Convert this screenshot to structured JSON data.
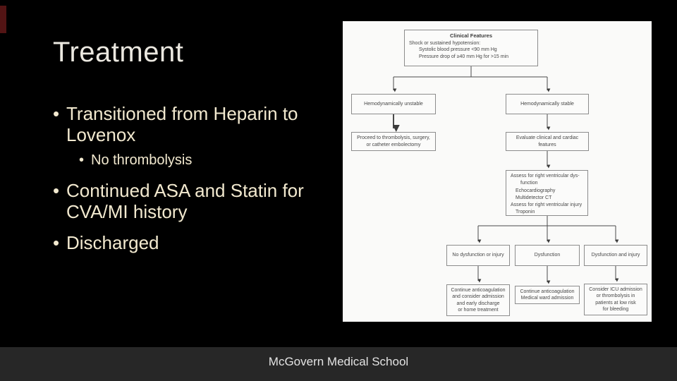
{
  "slide": {
    "title": "Treatment",
    "bullets": [
      {
        "level": 1,
        "text": "Transitioned from Heparin to Lovenox"
      },
      {
        "level": 2,
        "text": "No thrombolysis"
      },
      {
        "level": 1,
        "text": "Continued ASA and Statin for CVA/MI history"
      },
      {
        "level": 1,
        "text": "Discharged"
      }
    ],
    "footer": "McGovern Medical School"
  },
  "flowchart": {
    "clinical": {
      "title": "Clinical Features",
      "line1": "Shock or sustained hypotension:",
      "line2": "Systolic blood pressure <90 mm Hg",
      "line3": "Pressure drop of ≥40 mm Hg for >15 min"
    },
    "unstable": {
      "label": "Hemodynamically unstable"
    },
    "stable": {
      "label": "Hemodynamically stable"
    },
    "proceed": {
      "line1": "Proceed to thrombolysis, surgery,",
      "line2": "or catheter embolectomy"
    },
    "evaluate": {
      "line1": "Evaluate clinical and cardiac",
      "line2": "features"
    },
    "assess": {
      "line1": "Assess for right ventricular dys-",
      "line2": "function",
      "line3": "Echocardiography",
      "line4": "Multidetector CT",
      "line5": "Assess for right ventricular injury",
      "line6": "Troponin"
    },
    "no_dysfunction": {
      "label": "No dysfunction or injury"
    },
    "dysfunction": {
      "label": "Dysfunction"
    },
    "dysfunction_injury": {
      "label": "Dysfunction and injury"
    },
    "continue_home": {
      "line1": "Continue anticoagulation",
      "line2": "and consider admission",
      "line3": "and early discharge",
      "line4": "or home treatment"
    },
    "continue_ward": {
      "line1": "Continue anticoagulation",
      "line2": "Medical ward admission"
    },
    "consider_icu": {
      "line1": "Consider ICU admission",
      "line2": "or thrombolysis in",
      "line3": "patients at low risk",
      "line4": "for bleeding"
    }
  },
  "colors": {
    "background": "#000000",
    "accent_bar": "#521414",
    "title_text": "#ebe8e0",
    "bullet_text": "#f2e9cf",
    "panel_bg": "#fafaf9",
    "footer_band": "#272727",
    "footer_text": "#e3e3e3"
  }
}
